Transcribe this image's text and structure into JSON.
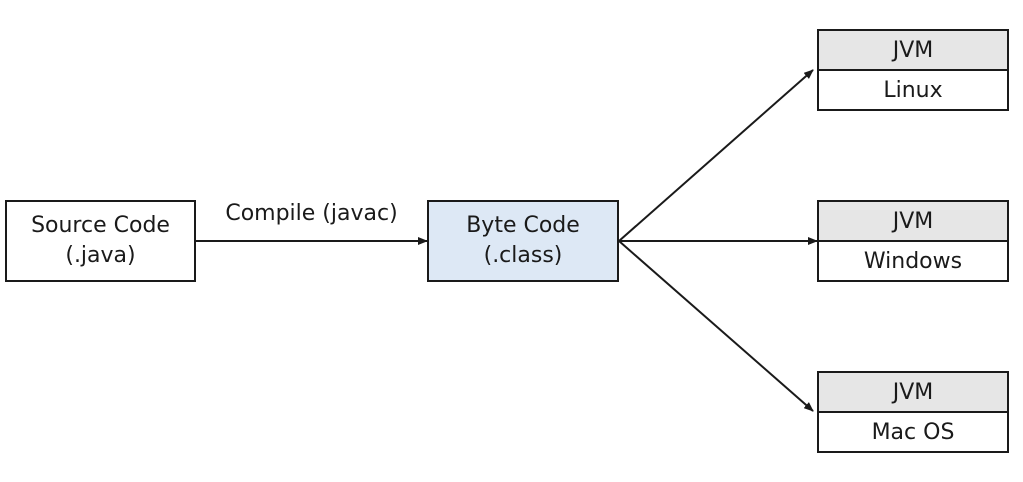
{
  "source": {
    "line1": "Source Code",
    "line2": "(.java)"
  },
  "compile_label": "Compile (javac)",
  "bytecode": {
    "line1": "Byte Code",
    "line2": "(.class)"
  },
  "platforms": [
    {
      "jvm": "JVM",
      "os": "Linux"
    },
    {
      "jvm": "JVM",
      "os": "Windows"
    },
    {
      "jvm": "JVM",
      "os": "Mac OS"
    }
  ],
  "colors": {
    "bytecode_fill": "#dde8f5",
    "jvm_fill": "#e6e6e6",
    "stroke": "#1a1a1a"
  }
}
